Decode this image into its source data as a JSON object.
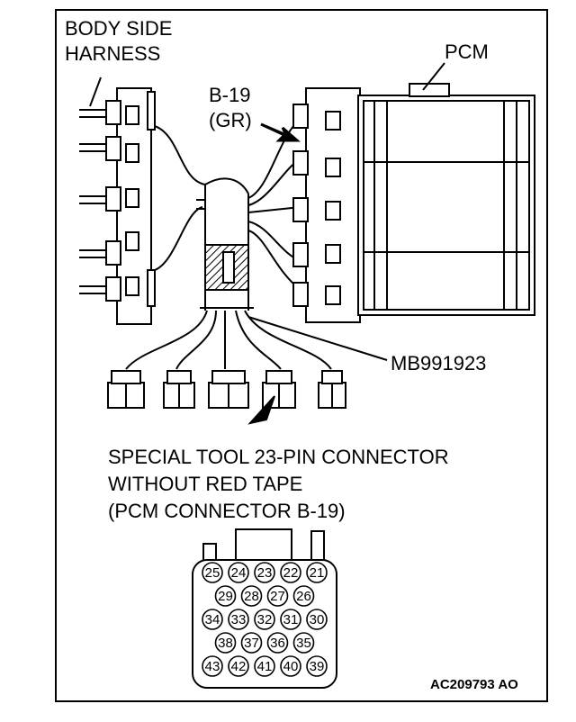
{
  "labels": {
    "body_side_harness": [
      "BODY SIDE",
      "HARNESS"
    ],
    "pcm": "PCM",
    "b19": [
      "B-19",
      "(GR)"
    ],
    "tool": "MB991923",
    "caption": [
      "SPECIAL TOOL 23-PIN CONNECTOR",
      "WITHOUT RED TAPE",
      "(PCM CONNECTOR B-19)"
    ],
    "figure_code": "AC209793 AO"
  },
  "connector_pins": [
    [
      "25",
      "24",
      "23",
      "22",
      "21"
    ],
    [
      "29",
      "28",
      "27",
      "26"
    ],
    [
      "34",
      "33",
      "32",
      "31",
      "30"
    ],
    [
      "38",
      "37",
      "36",
      "35"
    ],
    [
      "43",
      "42",
      "41",
      "40",
      "39"
    ]
  ]
}
